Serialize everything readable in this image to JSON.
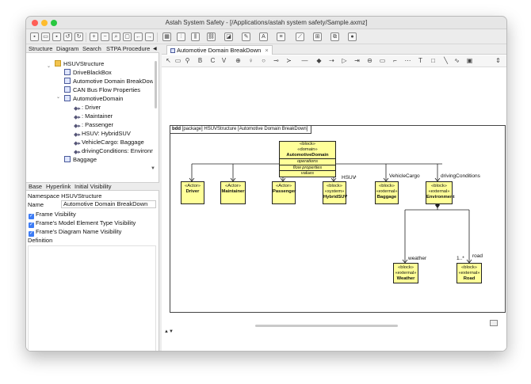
{
  "window": {
    "title": "Astah System Safety - [/Applications/astah system safety/Sample.axmz]"
  },
  "colors": {
    "close": "#ff5f57",
    "minimize": "#febc2e",
    "maximize": "#28c840",
    "block_fill": "#ffff99",
    "accent": "#3d7cf5"
  },
  "left_tabs": [
    "Structure",
    "Diagram",
    "Search",
    "STPA Procedure"
  ],
  "tree": [
    {
      "label": "HSUVStructure",
      "icon": "folder-icon",
      "indent": 36
    },
    {
      "label": "DriveBlackBox",
      "icon": "diagram-icon",
      "indent": 48
    },
    {
      "label": "Automotive Domain BreakDown",
      "icon": "diagram-icon",
      "indent": 48
    },
    {
      "label": "CAN Bus Flow Properties",
      "icon": "diagram-icon",
      "indent": 48
    },
    {
      "label": "AutomotiveDomain",
      "icon": "block-icon",
      "indent": 48
    },
    {
      "label": ": Driver",
      "icon": "attribute-icon",
      "indent": 60
    },
    {
      "label": ": Maintainer",
      "icon": "attribute-icon",
      "indent": 60
    },
    {
      "label": ": Passenger",
      "icon": "attribute-icon",
      "indent": 60
    },
    {
      "label": "HSUV: HybridSUV",
      "icon": "attribute-icon",
      "indent": 60
    },
    {
      "label": "VehicleCargo: Baggage",
      "icon": "attribute-icon",
      "indent": 60
    },
    {
      "label": "drivingConditions: Environm",
      "icon": "attribute-icon",
      "indent": 60
    },
    {
      "label": "Baggage",
      "icon": "block-icon",
      "indent": 48
    }
  ],
  "props": {
    "tabs": [
      "Base",
      "Hyperlink",
      "Initial Visibility"
    ],
    "namespace": "Namespace HSUVStructure",
    "name_label": "Name",
    "name_value": "Automotive Domain BreakDown",
    "checkboxes": [
      "Frame Visibility",
      "Frame's Model Element Type Visibility",
      "Frame's Diagram Name Visibility"
    ],
    "definition_label": "Definition"
  },
  "diagram": {
    "tab": "Automotive Domain BreakDown",
    "frame_title_kw": "bdd",
    "frame_title": "[package] HSUVStructure [Automotive Domain BreakDown]",
    "root": {
      "stereo1": "«block»",
      "stereo2": "«domain»",
      "name": "AutomotiveDomain",
      "compartments": [
        "operations",
        "flow properties",
        "values"
      ]
    },
    "blocks": [
      {
        "stereo1": "«Actor»",
        "stereo2": "",
        "name": "Driver"
      },
      {
        "stereo1": "«Actor»",
        "stereo2": "",
        "name": "Maintainer"
      },
      {
        "stereo1": "«Actor»",
        "stereo2": "",
        "name": "Passenger"
      },
      {
        "stereo1": "«block»",
        "stereo2": "«system»",
        "name": "HybridSUV"
      },
      {
        "stereo1": "«block»",
        "stereo2": "«external»",
        "name": "Baggage"
      },
      {
        "stereo1": "«block»",
        "stereo2": "«external»",
        "name": "Environment"
      },
      {
        "stereo1": "«block»",
        "stereo2": "«external»",
        "name": "Weather"
      },
      {
        "stereo1": "«block»",
        "stereo2": "«external»",
        "name": "Road"
      }
    ],
    "role_labels": [
      "HSUV",
      "VehicleCargo",
      "drivingConditions",
      "weather",
      "road",
      "1..*"
    ]
  }
}
